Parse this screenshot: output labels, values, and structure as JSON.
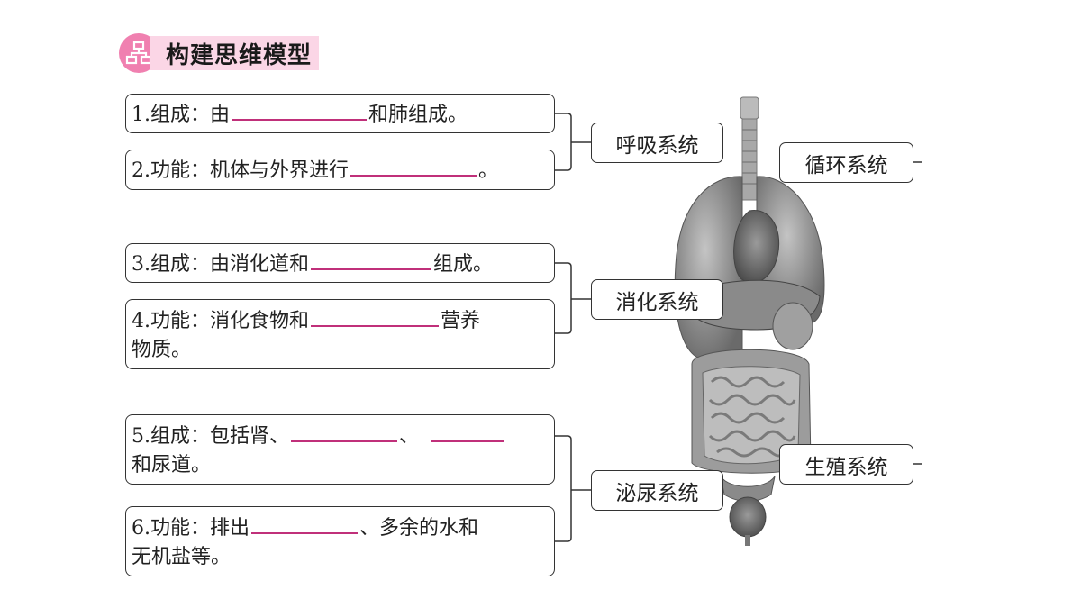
{
  "title": "构建思维模型",
  "items": [
    {
      "id": 1,
      "pre": "1.组成：由",
      "post": "和肺组成。"
    },
    {
      "id": 2,
      "pre": "2.功能：机体与外界进行",
      "post": "。"
    },
    {
      "id": 3,
      "pre": "3.组成：由消化道和",
      "post": "组成。"
    },
    {
      "id": 4,
      "pre": "4.功能：消化食物和",
      "post": "营养",
      "line2": "物质。"
    },
    {
      "id": 5,
      "pre": "5.组成：包括肾、",
      "mid": "、",
      "line2": "和尿道。"
    },
    {
      "id": 6,
      "pre": "6.功能：排出",
      "post": "、多余的水和",
      "line2": "无机盐等。"
    }
  ],
  "systems": {
    "respiratory": "呼吸系统",
    "digestive": "消化系统",
    "urinary": "泌尿系统",
    "circulatory": "循环系统",
    "reproductive": "生殖系统"
  },
  "colors": {
    "accent": "#c0307a",
    "icon_bg": "#f080b0",
    "title_bg": "#fbd6e6"
  }
}
